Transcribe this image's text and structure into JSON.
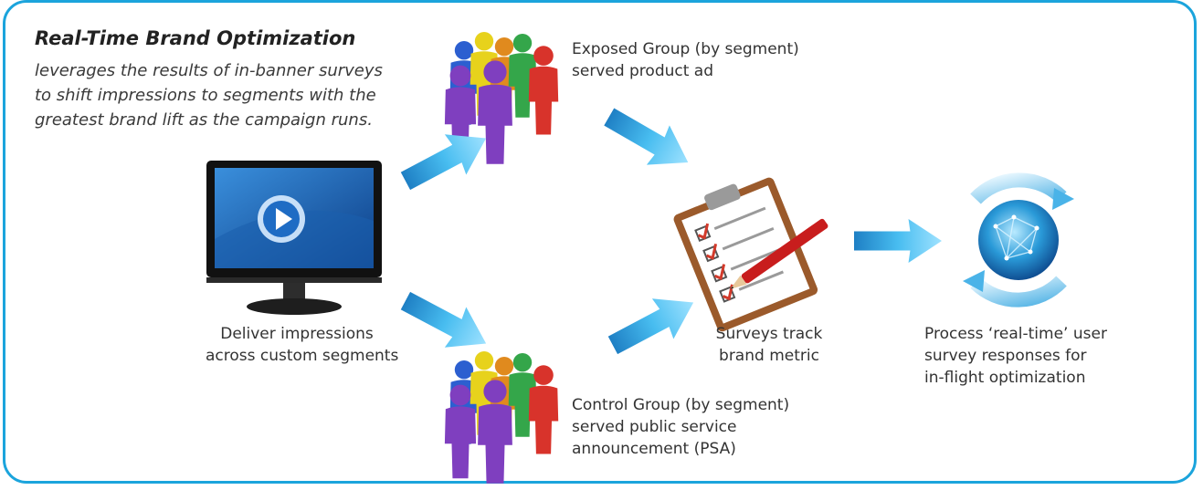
{
  "intro": {
    "title": "Real-Time Brand Optimization",
    "lines": [
      "leverages the results of in-banner surveys",
      "to shift impressions to segments with the",
      "greatest brand lift as the campaign runs."
    ]
  },
  "exposed": {
    "lines": [
      "Exposed Group (by segment)",
      "served product ad"
    ]
  },
  "monitor": {
    "lines": [
      "Deliver impressions",
      "across custom segments"
    ]
  },
  "surveys": {
    "lines": [
      "Surveys track",
      "brand metric"
    ]
  },
  "process": {
    "lines": [
      "Process ‘real-time’ user",
      "survey responses for",
      "in-flight optimization"
    ]
  },
  "control": {
    "lines": [
      "Control Group (by segment)",
      "served public service",
      "announcement (PSA)"
    ]
  },
  "icons": [
    "people-group-icon",
    "monitor-play-icon",
    "clipboard-checklist-icon",
    "refresh-globe-icon",
    "flow-arrow-icon"
  ],
  "colors": {
    "frame": "#1ba4dc",
    "arrow": "#29a8e0",
    "people": [
      "#7f3fbf",
      "#2c5fd0",
      "#e08a1e",
      "#34a64a",
      "#d8332b",
      "#e7d21c"
    ]
  }
}
